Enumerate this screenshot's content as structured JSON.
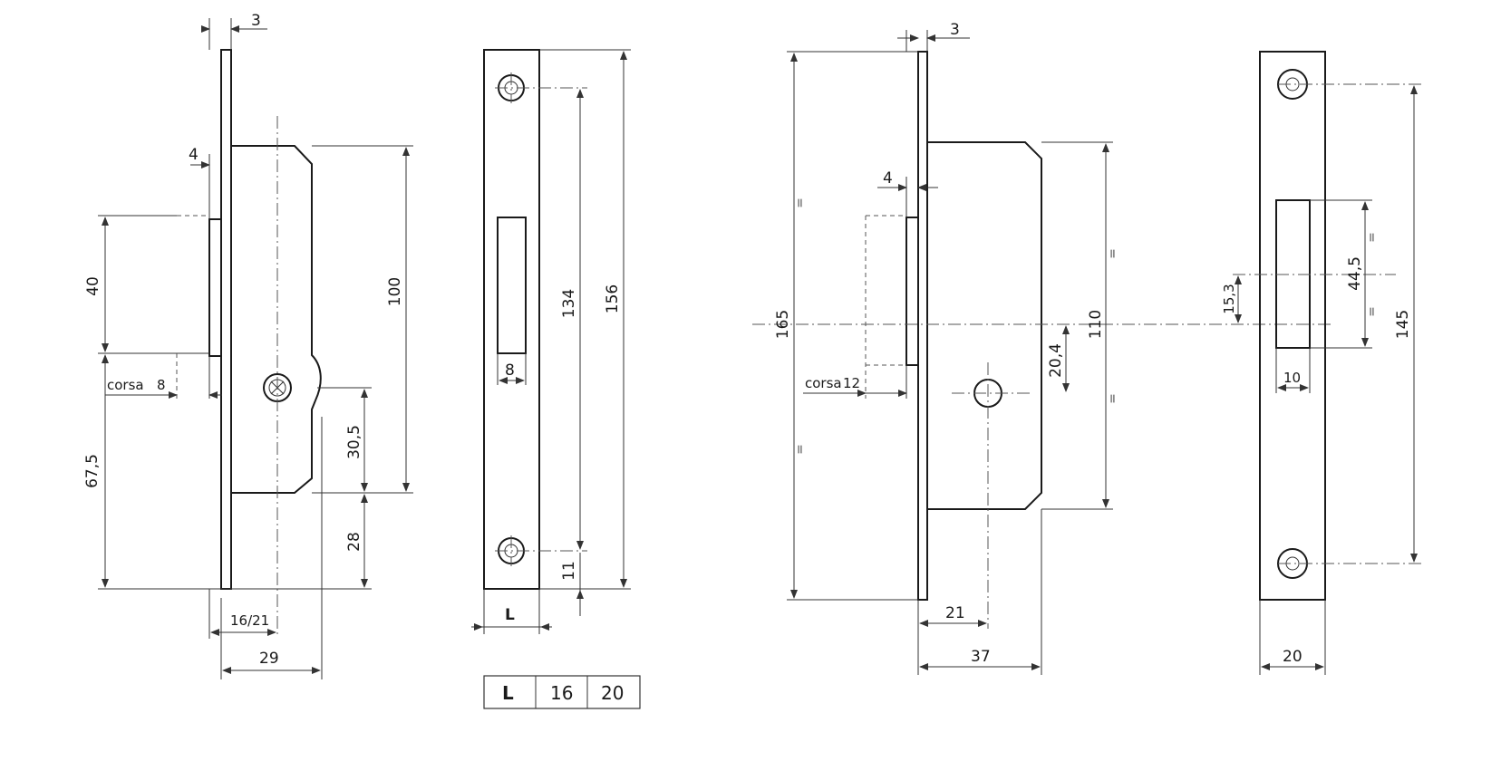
{
  "left_lock": {
    "dims": {
      "faceplate_thickness": "3",
      "bolt_projection": "4",
      "bolt_height": "40",
      "corsa_label": "corsa",
      "corsa_value": "8",
      "bottom_to_axis": "67,5",
      "body_height": "100",
      "key_offset": "30,5",
      "bottom_to_body": "28",
      "backset": "16/21",
      "body_depth": "29"
    }
  },
  "left_strike": {
    "dims": {
      "slot_width": "8",
      "hole_spacing": "134",
      "plate_height": "156",
      "hole_edge": "11",
      "plate_width": "L"
    },
    "table": {
      "header": "L",
      "values": [
        "16",
        "20"
      ]
    }
  },
  "right_lock": {
    "dims": {
      "faceplate_thickness": "3",
      "bolt_projection": "4",
      "plate_height": "165",
      "corsa_label": "corsa",
      "corsa_value": "12",
      "key_offset": "20,4",
      "body_height": "110",
      "backset": "21",
      "body_depth": "37"
    },
    "equal_mark": "="
  },
  "right_strike": {
    "dims": {
      "slot_offset": "15,3",
      "slot_height": "44,5",
      "slot_width": "10",
      "hole_spacing": "145",
      "plate_width": "20"
    },
    "equal_mark": "="
  }
}
